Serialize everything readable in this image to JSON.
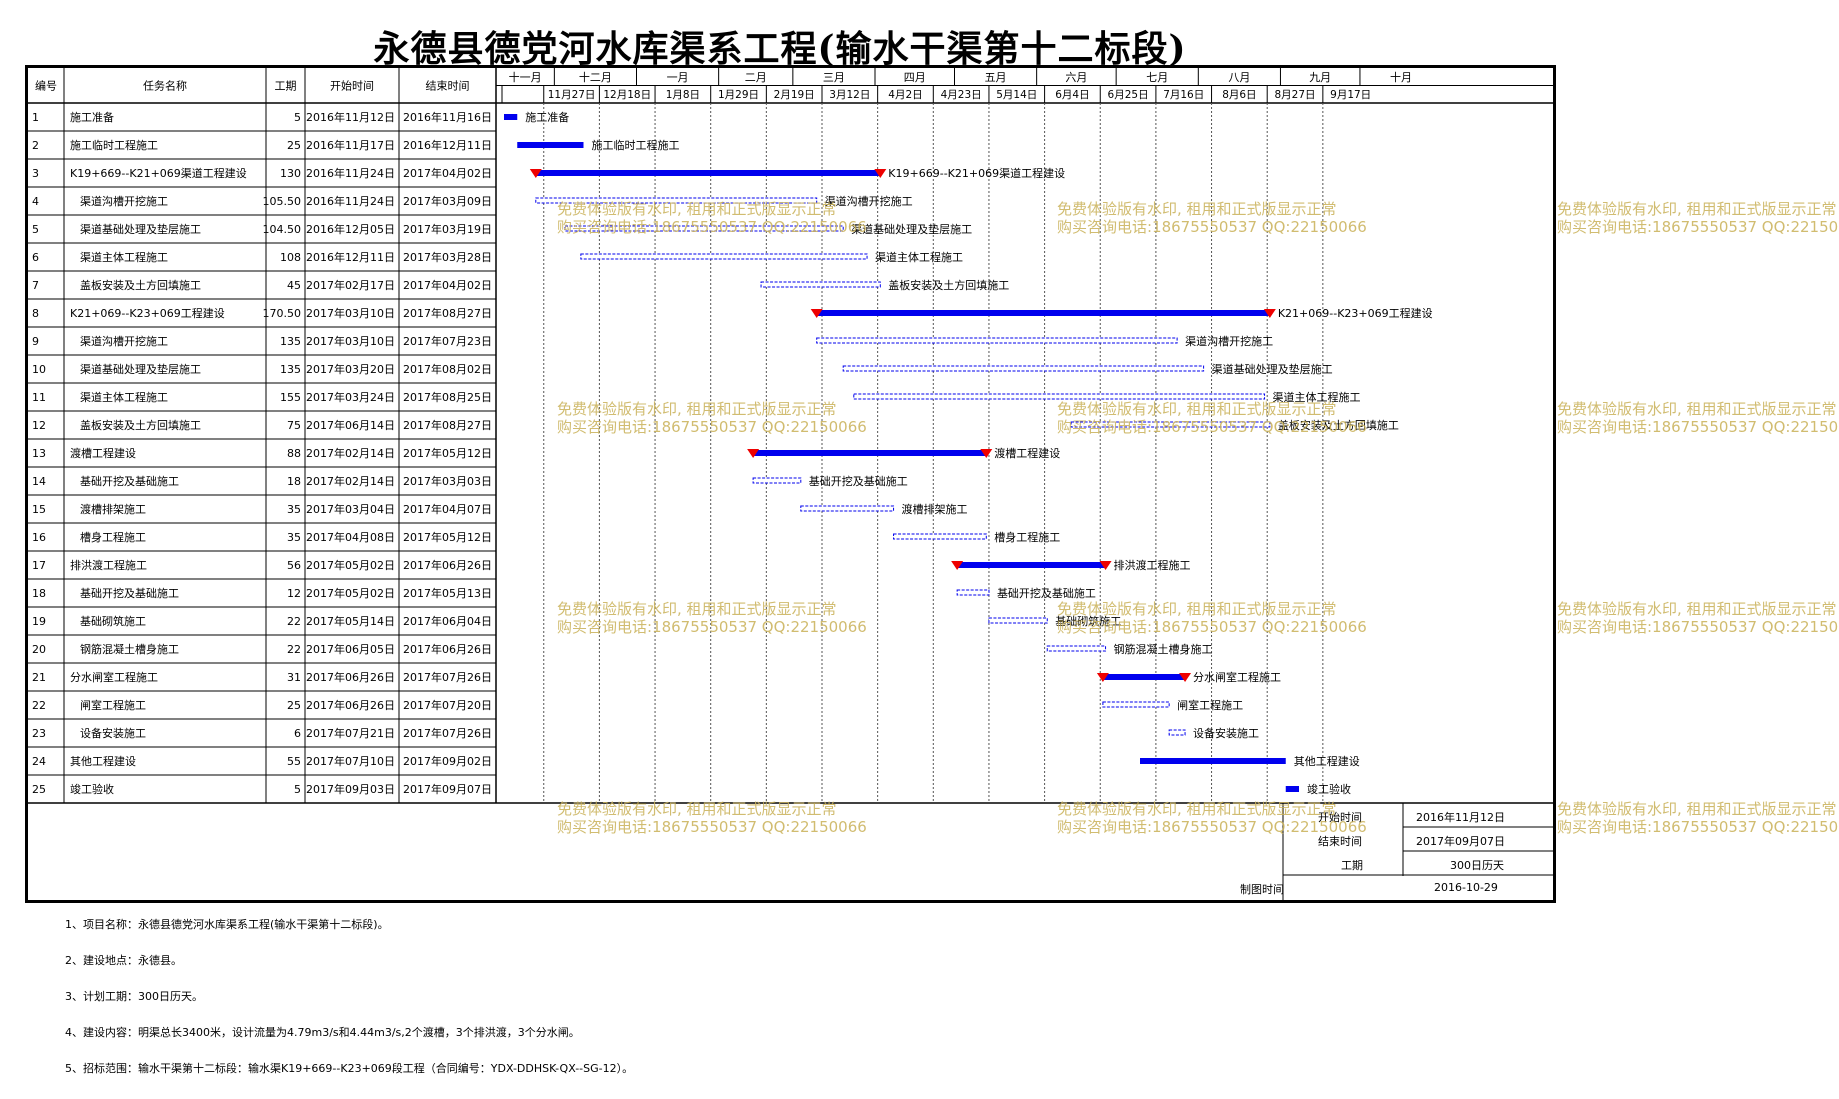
{
  "title": "永德县德党河水库渠系工程(输水干渠第十二标段)",
  "headers": [
    "编号",
    "任务名称",
    "工期",
    "开始时间",
    "结束时间"
  ],
  "months": [
    "十一月",
    "十二月",
    "一月",
    "二月",
    "三月",
    "四月",
    "五月",
    "六月",
    "七月",
    "八月",
    "九月",
    "十月"
  ],
  "weeks": [
    "11月27日",
    "12月18日",
    "1月8日",
    "1月29日",
    "2月19日",
    "3月12日",
    "4月2日",
    "4月23日",
    "5月14日",
    "6月4日",
    "6月25日",
    "7月16日",
    "8月6日",
    "8月27日",
    "9月17日"
  ],
  "tasks": [
    {
      "id": "1",
      "name": "施工准备",
      "indent": 0,
      "duration": "5",
      "start": "2016年11月12日",
      "end": "2016年11月16日",
      "type": "task"
    },
    {
      "id": "2",
      "name": "施工临时工程施工",
      "indent": 0,
      "duration": "25",
      "start": "2016年11月17日",
      "end": "2016年12月11日",
      "type": "task"
    },
    {
      "id": "3",
      "name": "K19+669--K21+069渠道工程建设",
      "indent": 0,
      "duration": "130",
      "start": "2016年11月24日",
      "end": "2017年04月02日",
      "type": "summary"
    },
    {
      "id": "4",
      "name": "渠道沟槽开挖施工",
      "indent": 1,
      "duration": "105.50",
      "start": "2016年11月24日",
      "end": "2017年03月09日",
      "type": "sub"
    },
    {
      "id": "5",
      "name": "渠道基础处理及垫层施工",
      "indent": 1,
      "duration": "104.50",
      "start": "2016年12月05日",
      "end": "2017年03月19日",
      "type": "sub"
    },
    {
      "id": "6",
      "name": "渠道主体工程施工",
      "indent": 1,
      "duration": "108",
      "start": "2016年12月11日",
      "end": "2017年03月28日",
      "type": "sub"
    },
    {
      "id": "7",
      "name": "盖板安装及土方回填施工",
      "indent": 1,
      "duration": "45",
      "start": "2017年02月17日",
      "end": "2017年04月02日",
      "type": "sub"
    },
    {
      "id": "8",
      "name": "K21+069--K23+069工程建设",
      "indent": 0,
      "duration": "170.50",
      "start": "2017年03月10日",
      "end": "2017年08月27日",
      "type": "summary"
    },
    {
      "id": "9",
      "name": "渠道沟槽开挖施工",
      "indent": 1,
      "duration": "135",
      "start": "2017年03月10日",
      "end": "2017年07月23日",
      "type": "sub"
    },
    {
      "id": "10",
      "name": "渠道基础处理及垫层施工",
      "indent": 1,
      "duration": "135",
      "start": "2017年03月20日",
      "end": "2017年08月02日",
      "type": "sub"
    },
    {
      "id": "11",
      "name": "渠道主体工程施工",
      "indent": 1,
      "duration": "155",
      "start": "2017年03月24日",
      "end": "2017年08月25日",
      "type": "sub"
    },
    {
      "id": "12",
      "name": "盖板安装及土方回填施工",
      "indent": 1,
      "duration": "75",
      "start": "2017年06月14日",
      "end": "2017年08月27日",
      "type": "sub"
    },
    {
      "id": "13",
      "name": "渡槽工程建设",
      "indent": 0,
      "duration": "88",
      "start": "2017年02月14日",
      "end": "2017年05月12日",
      "type": "summary"
    },
    {
      "id": "14",
      "name": "基础开挖及基础施工",
      "indent": 1,
      "duration": "18",
      "start": "2017年02月14日",
      "end": "2017年03月03日",
      "type": "sub"
    },
    {
      "id": "15",
      "name": "渡槽排架施工",
      "indent": 1,
      "duration": "35",
      "start": "2017年03月04日",
      "end": "2017年04月07日",
      "type": "sub"
    },
    {
      "id": "16",
      "name": "槽身工程施工",
      "indent": 1,
      "duration": "35",
      "start": "2017年04月08日",
      "end": "2017年05月12日",
      "type": "sub"
    },
    {
      "id": "17",
      "name": "排洪渡工程施工",
      "indent": 0,
      "duration": "56",
      "start": "2017年05月02日",
      "end": "2017年06月26日",
      "type": "summary"
    },
    {
      "id": "18",
      "name": "基础开挖及基础施工",
      "indent": 1,
      "duration": "12",
      "start": "2017年05月02日",
      "end": "2017年05月13日",
      "type": "sub"
    },
    {
      "id": "19",
      "name": "基础砌筑施工",
      "indent": 1,
      "duration": "22",
      "start": "2017年05月14日",
      "end": "2017年06月04日",
      "type": "sub"
    },
    {
      "id": "20",
      "name": "钢筋混凝土槽身施工",
      "indent": 1,
      "duration": "22",
      "start": "2017年06月05日",
      "end": "2017年06月26日",
      "type": "sub"
    },
    {
      "id": "21",
      "name": "分水闸室工程施工",
      "indent": 0,
      "duration": "31",
      "start": "2017年06月26日",
      "end": "2017年07月26日",
      "type": "summary"
    },
    {
      "id": "22",
      "name": "闸室工程施工",
      "indent": 1,
      "duration": "25",
      "start": "2017年06月26日",
      "end": "2017年07月20日",
      "type": "sub"
    },
    {
      "id": "23",
      "name": "设备安装施工",
      "indent": 1,
      "duration": "6",
      "start": "2017年07月21日",
      "end": "2017年07月26日",
      "type": "sub"
    },
    {
      "id": "24",
      "name": "其他工程建设",
      "indent": 0,
      "duration": "55",
      "start": "2017年07月10日",
      "end": "2017年09月02日",
      "type": "task"
    },
    {
      "id": "25",
      "name": "竣工验收",
      "indent": 0,
      "duration": "5",
      "start": "2017年09月03日",
      "end": "2017年09月07日",
      "type": "task"
    }
  ],
  "notes": [
    "1、项目名称：永德县德党河水库渠系工程(输水干渠第十二标段)。",
    "2、建设地点：永德县。",
    "3、计划工期：300日历天。",
    "4、建设内容：明渠总长3400米，设计流量为4.79m3/s和4.44m3/s,2个渡槽，3个排洪渡，3个分水闸。",
    "5、招标范围：输水干渠第十二标段：输水渠K19+669--K23+069段工程（合同编号：YDX-DDHSK-QX--SG-12）。"
  ],
  "info": {
    "start_label": "开始时间",
    "start_value": "2016年11月12日",
    "end_label": "结束时间",
    "end_value": "2017年09月07日",
    "duration_label": "工期",
    "duration_value": "300日历天",
    "drawn_label": "制图时间",
    "drawn_value": "2016-10-29"
  },
  "watermark": {
    "line1": "免费体验版有水印, 租用和正式版显示正常",
    "line2": "购买咨询电话:18675550537 QQ:22150066"
  },
  "colors": {
    "bar": "#0000ee",
    "milestone": "#ee0000",
    "watermark": "#c9b158"
  }
}
